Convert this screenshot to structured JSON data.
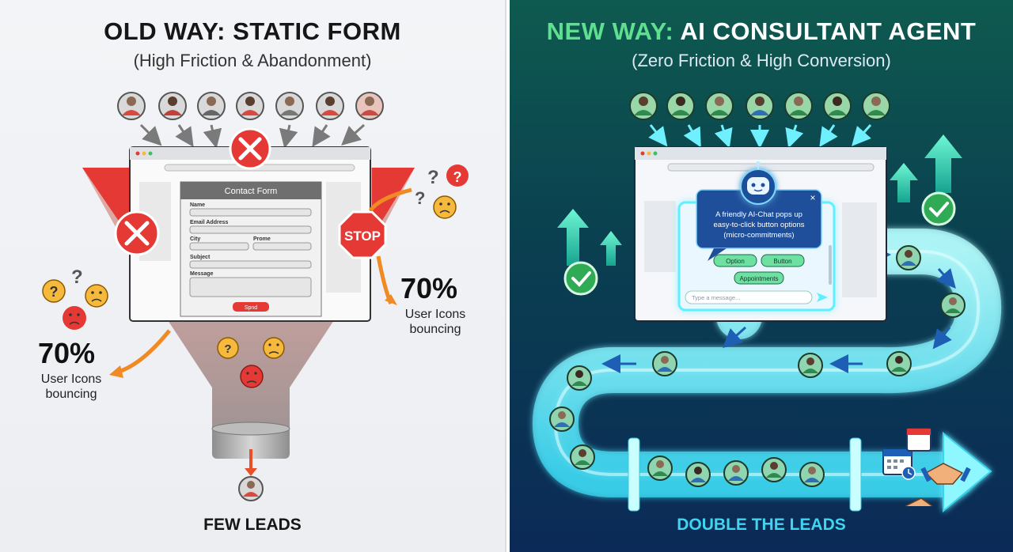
{
  "left": {
    "title": "OLD WAY: STATIC FORM",
    "subtitle": "(High Friction & Abandonment)",
    "form": {
      "title": "Contact Form",
      "fields": [
        "Name",
        "Email Address",
        "City",
        "Prome",
        "Subject",
        "Message"
      ],
      "submit_label": "Spnd"
    },
    "stop_label": "STOP",
    "stat_right": {
      "value": "70%",
      "line1": "User Icons",
      "line2": "bouncing"
    },
    "stat_left": {
      "value": "70%",
      "line1": "User Icons",
      "line2": "bouncing"
    },
    "footer": "FEW LEADS"
  },
  "right": {
    "title_accent": "NEW WAY:",
    "title_rest": " AI CONSULTANT AGENT",
    "subtitle": "(Zero Friction & High Conversion)",
    "chat": {
      "line1": "A friendly AI-Chat pops up",
      "line2": "easy-to-click button options",
      "line3": "(micro-commitments)",
      "option_button": "Option",
      "button_button": "Button",
      "appointments_button": "Appointments",
      "input_placeholder": "Type a message...",
      "close_glyph": "×"
    },
    "footer": "DOUBLE THE LEADS"
  },
  "colors": {
    "red": "#e53935",
    "orange": "#f08a24",
    "green": "#3fbf62",
    "cyan": "#5ff0ff",
    "chat_blue": "#1f4f9a"
  }
}
